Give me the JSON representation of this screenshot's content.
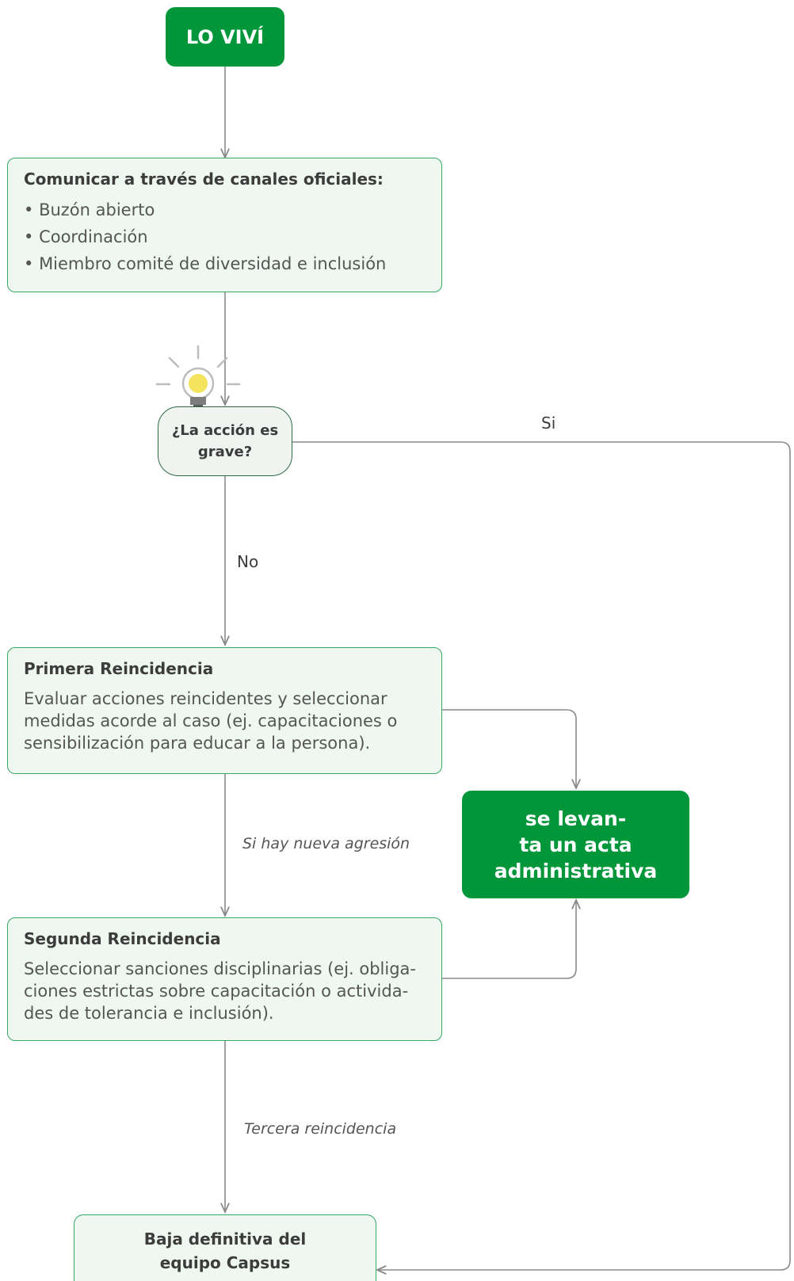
{
  "start": {
    "label": "LO VIVÍ"
  },
  "communicate": {
    "title": "Comunicar a través de canales oficiales:",
    "items": [
      "Buzón abierto",
      "Coordinación",
      "Miembro comité de diversidad e inclusión"
    ]
  },
  "decision": {
    "line1": "¿La acción es",
    "line2": "grave?"
  },
  "edges": {
    "yes": "Si",
    "no": "No",
    "new_aggression": "Si hay nueva agresión",
    "third": "Tercera reincidencia"
  },
  "first": {
    "title": "Primera Reincidencia",
    "lines": [
      "Evaluar acciones reincidentes y seleccionar",
      "medidas acorde al caso (ej. capacitaciones o",
      "sensibilización para educar a la persona)."
    ]
  },
  "second": {
    "title": "Segunda Reincidencia",
    "lines": [
      "Seleccionar sanciones disciplinarias (ej. obliga-",
      "ciones estrictas sobre capacitación o activida-",
      "des de tolerancia e inclusión)."
    ]
  },
  "act": {
    "lines": [
      "se levan-",
      "ta un acta",
      "administrativa"
    ]
  },
  "final": {
    "line1": "Baja definitiva del",
    "line2": "equipo Capsus"
  },
  "colors": {
    "brand_green": "#009639",
    "box_fill": "#eef8f0",
    "box_border": "#3aa864",
    "connector": "#8a8a8a"
  }
}
